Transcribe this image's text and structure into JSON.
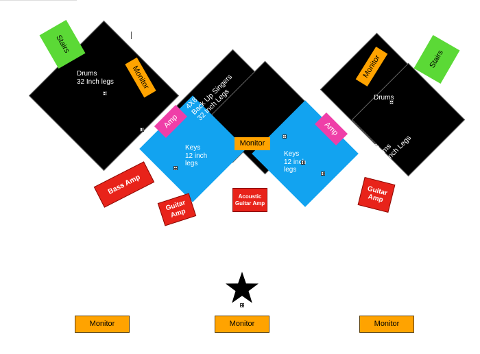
{
  "stage_plot": {
    "riser_left": {
      "label": "Drums\n32 Inch legs"
    },
    "riser_center": {
      "label": "4X8\nBack Up Singers\n32 Inch Legs"
    },
    "riser_right_upper": {
      "label": "Drums"
    },
    "riser_right_lower": {
      "label": "4X8\nDrums\n32 Inch Legs"
    },
    "keys_left": {
      "label": "Keys\n12 inch\nlegs"
    },
    "keys_right": {
      "label": "Keys\n12 inch\nlegs"
    },
    "stairs_left": {
      "label": "Stairs"
    },
    "stairs_right": {
      "label": "Stairs"
    },
    "monitor_drums_left": {
      "label": "Monitor"
    },
    "monitor_center_riser": {
      "label": "Monitor"
    },
    "monitor_drums_right": {
      "label": "Monitor"
    },
    "amp_keys_left": {
      "label": "Amp"
    },
    "amp_keys_right": {
      "label": "Amp"
    },
    "bass_amp": {
      "label": "Bass Amp"
    },
    "guitar_amp_left": {
      "label": "Guitar\nAmp"
    },
    "acoustic_guitar_amp": {
      "label": "Acoustic\nGuitar Amp"
    },
    "guitar_amp_right": {
      "label": "Guitar\nAmp"
    },
    "front_monitors": [
      {
        "label": "Monitor"
      },
      {
        "label": "Monitor"
      },
      {
        "label": "Monitor"
      }
    ]
  },
  "colors": {
    "riser": "#000000",
    "keys_riser": "#12a3f0",
    "stairs": "#5bd936",
    "monitor": "#ffa300",
    "amp_pink": "#ef3fa8",
    "amp_red": "#e8231a"
  },
  "icons": {
    "center_stage_marker": "star-icon"
  }
}
